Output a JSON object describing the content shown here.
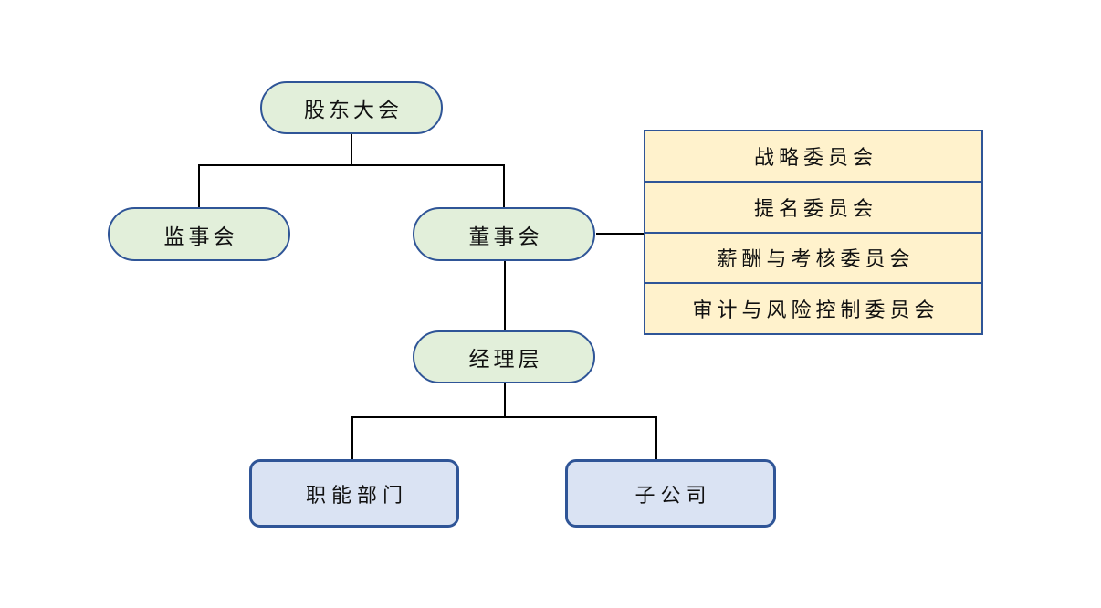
{
  "diagram": {
    "type": "org-chart",
    "nodes": {
      "shareholders_meeting": "股东大会",
      "supervisory_board": "监事会",
      "board_of_directors": "董事会",
      "management": "经理层",
      "functional_departments": "职能部门",
      "subsidiaries": "子公司"
    },
    "committees": {
      "items": [
        "战略委员会",
        "提名委员会",
        "薪酬与考核委员会",
        "审计与风险控制委员会"
      ]
    },
    "edges": [
      "股东大会 -> 监事会",
      "股东大会 -> 董事会",
      "董事会 -> 委员会组(战略/提名/薪酬与考核/审计与风险控制)",
      "董事会 -> 经理层",
      "经理层 -> 职能部门",
      "经理层 -> 子公司"
    ],
    "colors": {
      "pill_fill": "#e2efda",
      "pill_border": "#2f5597",
      "committee_fill": "#fff2cc",
      "committee_border": "#2f5597",
      "department_fill": "#dae3f3",
      "department_border": "#2f5597",
      "connector": "#000000",
      "background": "#ffffff",
      "text": "#111111"
    }
  }
}
